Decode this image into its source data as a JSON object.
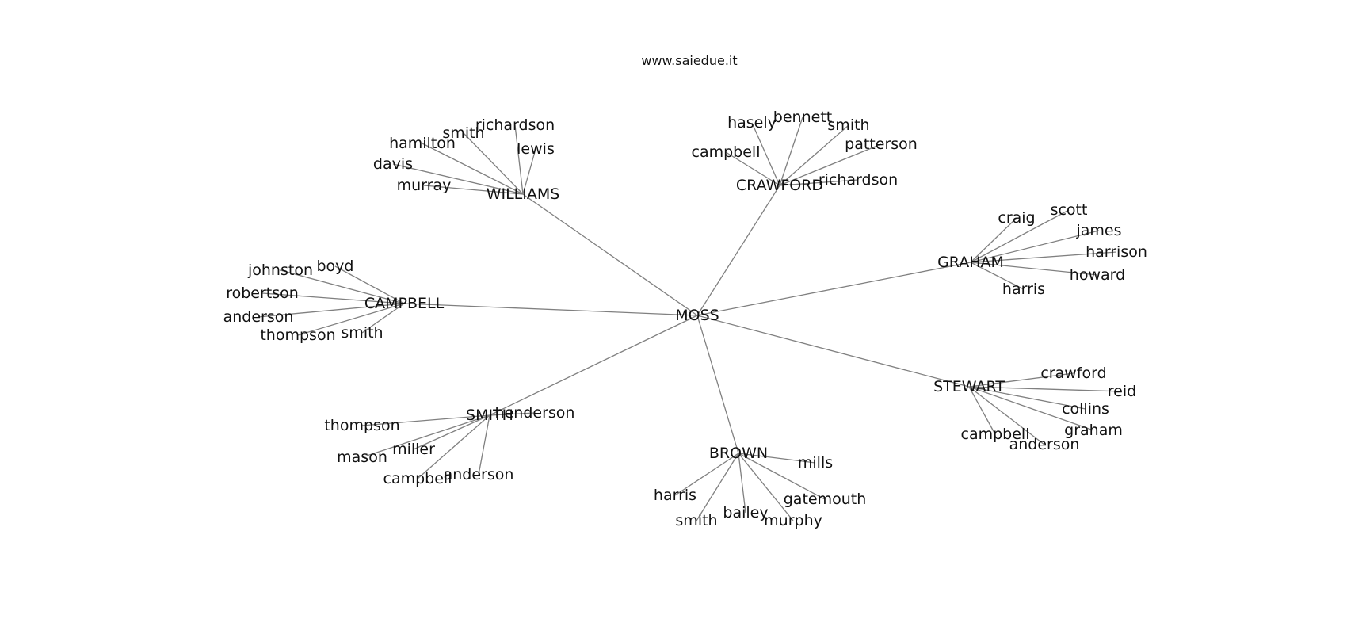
{
  "website": "www.saiedue.it",
  "center": "MOSS",
  "families": [
    {
      "name": "WILLIAMS",
      "members": [
        "smith",
        "richardson",
        "hamilton",
        "lewis",
        "davis",
        "murray"
      ]
    },
    {
      "name": "CRAWFORD",
      "members": [
        "hasely",
        "bennett",
        "smith",
        "patterson",
        "campbell",
        "richardson"
      ]
    },
    {
      "name": "GRAHAM",
      "members": [
        "craig",
        "scott",
        "james",
        "harrison",
        "howard",
        "harris"
      ]
    },
    {
      "name": "CAMPBELL",
      "members": [
        "johnston",
        "boyd",
        "robertson",
        "anderson",
        "thompson",
        "smith"
      ]
    },
    {
      "name": "STEWART",
      "members": [
        "crawford",
        "reid",
        "collins",
        "graham",
        "campbell",
        "anderson"
      ]
    },
    {
      "name": "SMITH",
      "members": [
        "henderson",
        "thompson",
        "miller",
        "mason",
        "campbell",
        "anderson"
      ]
    },
    {
      "name": "BROWN",
      "members": [
        "mills",
        "harris",
        "gatemouth",
        "smith",
        "bailey",
        "murphy"
      ]
    }
  ]
}
